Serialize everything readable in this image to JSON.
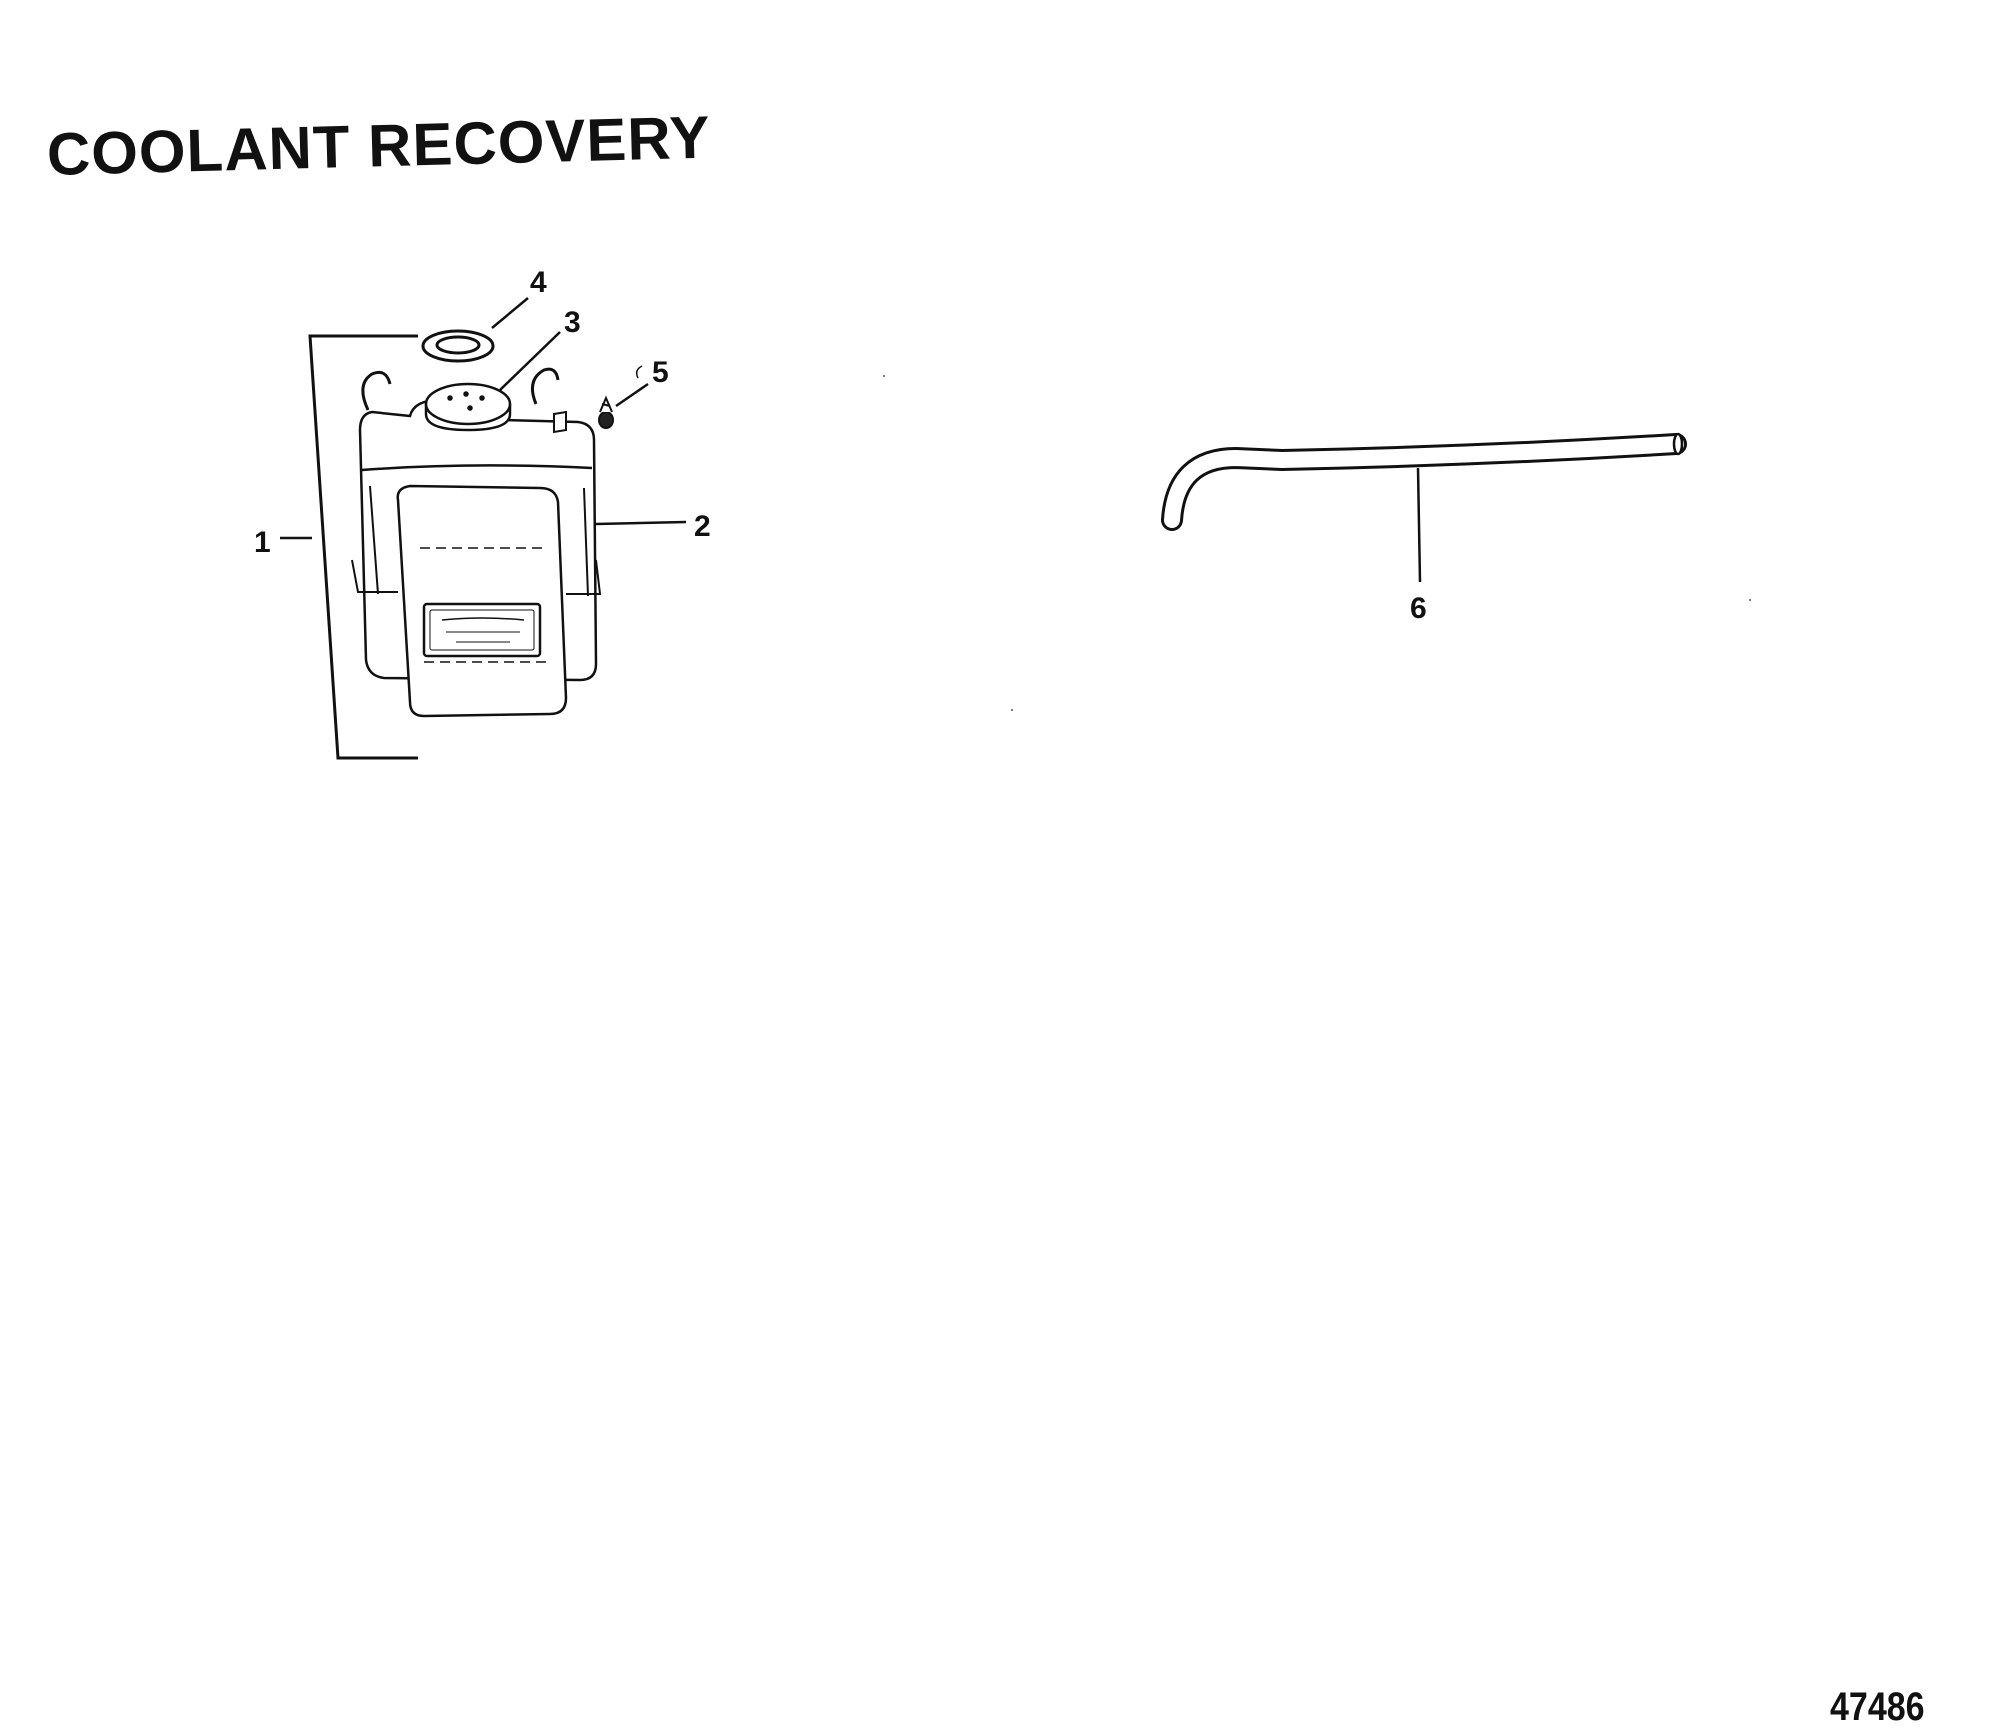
{
  "title": "COOLANT RECOVERY",
  "document_number": "47486",
  "callouts": [
    {
      "id": "1"
    },
    {
      "id": "2"
    },
    {
      "id": "3"
    },
    {
      "id": "4"
    },
    {
      "id": "5"
    },
    {
      "id": "6"
    }
  ],
  "colors": {
    "ink": "#111111",
    "background": "#ffffff"
  }
}
